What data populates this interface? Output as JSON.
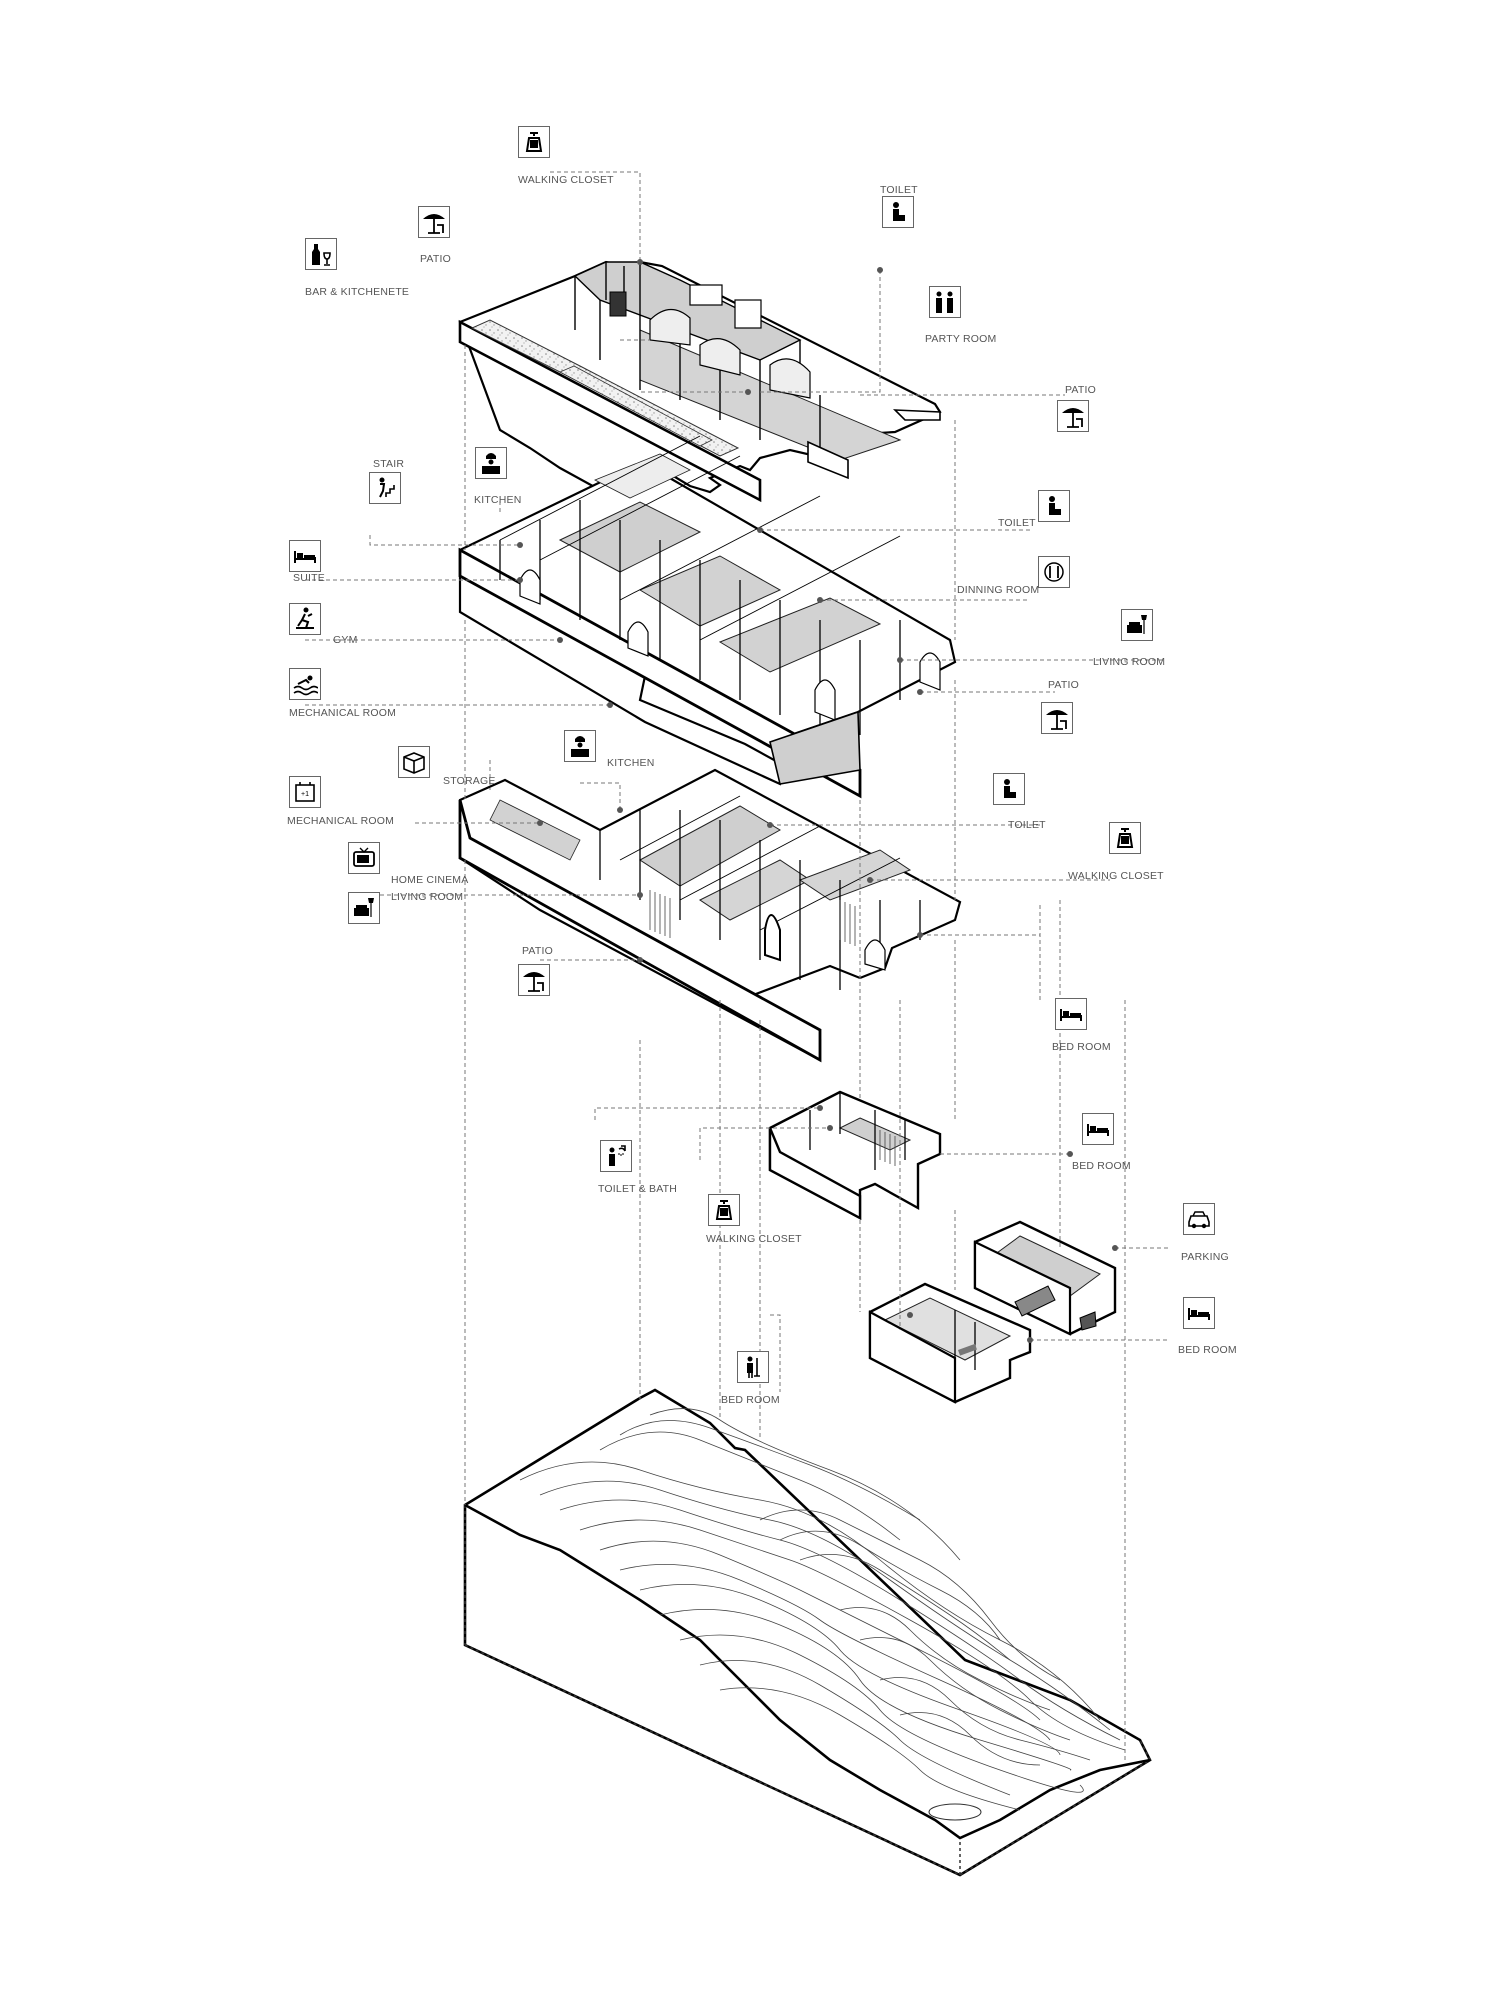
{
  "floors": [
    {
      "id": "roof",
      "labels": [
        {
          "key": "walking_closet",
          "text": "WALKING CLOSET",
          "icon": "walking-closet-icon"
        },
        {
          "key": "toilet",
          "text": "TOILET",
          "icon": "toilet-icon"
        },
        {
          "key": "patio_left",
          "text": "PATIO",
          "icon": "patio-icon"
        },
        {
          "key": "bar",
          "text": "BAR & KITCHENETE",
          "icon": "bar-kitchenette-icon"
        },
        {
          "key": "party_room",
          "text": "PARTY ROOM",
          "icon": "party-room-icon"
        },
        {
          "key": "patio_right",
          "text": "PATIO",
          "icon": "patio-icon"
        }
      ]
    },
    {
      "id": "first",
      "labels": [
        {
          "key": "stair",
          "text": "STAIR",
          "icon": "stair-icon"
        },
        {
          "key": "kitchen",
          "text": "KITCHEN",
          "icon": "kitchen-icon"
        },
        {
          "key": "toilet",
          "text": "TOILET",
          "icon": "toilet-icon"
        },
        {
          "key": "suite",
          "text": "SUITE",
          "icon": "bed-icon"
        },
        {
          "key": "dinning",
          "text": "DINNING ROOM",
          "icon": "dining-icon"
        },
        {
          "key": "gym",
          "text": "GYM",
          "icon": "gym-icon"
        },
        {
          "key": "living",
          "text": "LIVING ROOM",
          "icon": "living-room-icon"
        },
        {
          "key": "mechanical",
          "text": "MECHANICAL ROOM",
          "icon": "swimming-icon"
        },
        {
          "key": "patio",
          "text": "PATIO",
          "icon": "patio-icon"
        }
      ]
    },
    {
      "id": "ground",
      "labels": [
        {
          "key": "storage",
          "text": "STORAGE",
          "icon": "storage-box-icon"
        },
        {
          "key": "kitchen",
          "text": "KITCHEN",
          "icon": "kitchen-icon"
        },
        {
          "key": "mechanical",
          "text": "MECHANICAL ROOM",
          "icon": "mechanical-icon"
        },
        {
          "key": "toilet",
          "text": "TOILET",
          "icon": "toilet-icon"
        },
        {
          "key": "walking_closet",
          "text": "WALKING CLOSET",
          "icon": "walking-closet-icon"
        },
        {
          "key": "home_cinema",
          "text": "HOME CINEMA",
          "icon": "tv-icon"
        },
        {
          "key": "living",
          "text": "LIVING ROOM",
          "icon": "living-room-icon"
        },
        {
          "key": "patio",
          "text": "PATIO",
          "icon": "patio-icon"
        },
        {
          "key": "bed",
          "text": "BED ROOM",
          "icon": "bed-icon"
        }
      ]
    },
    {
      "id": "lower",
      "labels": [
        {
          "key": "bed",
          "text": "BED ROOM",
          "icon": "bed-icon"
        },
        {
          "key": "toilet_bath",
          "text": "TOILET & BATH",
          "icon": "shower-icon"
        },
        {
          "key": "walking_closet",
          "text": "WALKING CLOSET",
          "icon": "walking-closet-icon"
        }
      ]
    },
    {
      "id": "basement",
      "labels": [
        {
          "key": "parking",
          "text": "PARKING",
          "icon": "car-icon"
        },
        {
          "key": "bed2",
          "text": "BED ROOM",
          "icon": "bed-icon"
        },
        {
          "key": "bed1",
          "text": "BED ROOM",
          "icon": "cleaning-icon"
        }
      ]
    }
  ]
}
